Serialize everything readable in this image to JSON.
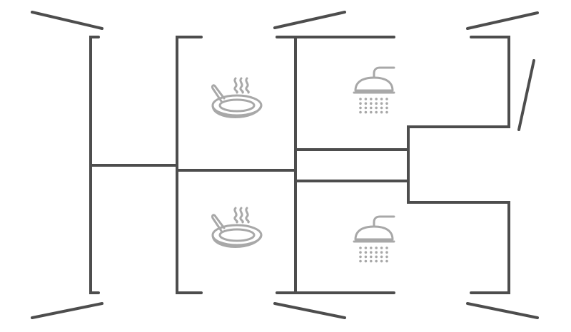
{
  "colors": {
    "background": "#ffffff",
    "wall": "#4d4d4d",
    "icon": "#a8a8a8"
  },
  "rooms": [
    {
      "id": "kitchen-upper",
      "type": "kitchen",
      "icon": "pan-steam-icon"
    },
    {
      "id": "kitchen-lower",
      "type": "kitchen",
      "icon": "pan-steam-icon"
    },
    {
      "id": "bathroom-upper",
      "type": "bathroom",
      "icon": "shower-head-icon"
    },
    {
      "id": "bathroom-lower",
      "type": "bathroom",
      "icon": "shower-head-icon"
    }
  ]
}
